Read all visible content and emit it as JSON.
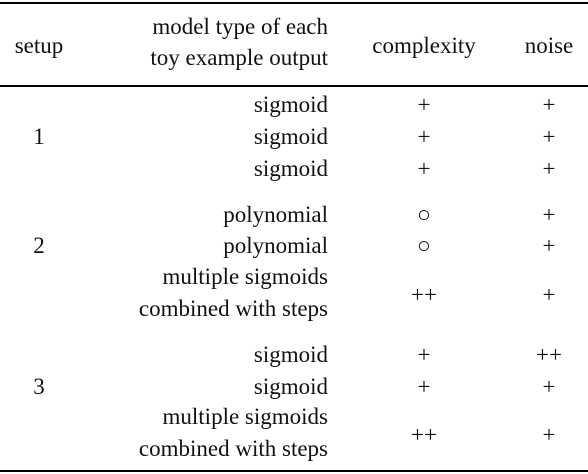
{
  "table": {
    "headers": {
      "setup": "setup",
      "model_line1": "model type of each",
      "model_line2": "toy example output",
      "complexity": "complexity",
      "noise": "noise"
    },
    "groups": [
      {
        "setup": "1",
        "rows": [
          {
            "model": [
              "sigmoid"
            ],
            "complexity": "+",
            "noise": "+"
          },
          {
            "model": [
              "sigmoid"
            ],
            "complexity": "+",
            "noise": "+"
          },
          {
            "model": [
              "sigmoid"
            ],
            "complexity": "+",
            "noise": "+"
          }
        ]
      },
      {
        "setup": "2",
        "rows": [
          {
            "model": [
              "polynomial"
            ],
            "complexity": "○",
            "noise": "+"
          },
          {
            "model": [
              "polynomial"
            ],
            "complexity": "○",
            "noise": "+"
          },
          {
            "model": [
              "multiple sigmoids",
              "combined with steps"
            ],
            "complexity": "++",
            "noise": "+"
          }
        ]
      },
      {
        "setup": "3",
        "rows": [
          {
            "model": [
              "sigmoid"
            ],
            "complexity": "+",
            "noise": "++"
          },
          {
            "model": [
              "sigmoid"
            ],
            "complexity": "+",
            "noise": "+"
          },
          {
            "model": [
              "multiple sigmoids",
              "combined with steps"
            ],
            "complexity": "++",
            "noise": "+"
          }
        ]
      }
    ]
  }
}
